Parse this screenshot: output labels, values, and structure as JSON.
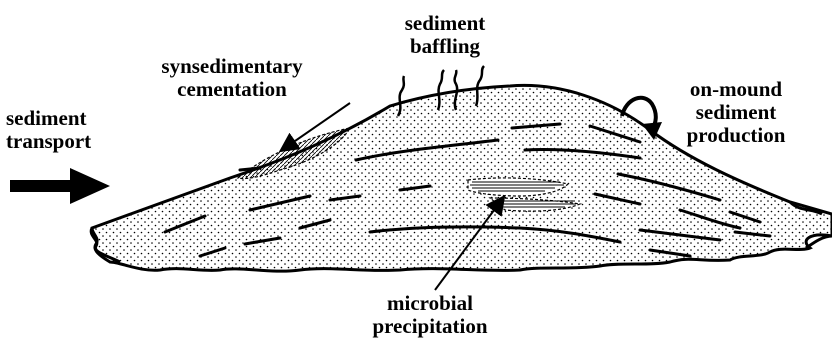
{
  "labels": {
    "sediment_transport": [
      "sediment",
      "transport"
    ],
    "synsedimentary_cementation": [
      "synsedimentary",
      "cementation"
    ],
    "sediment_baffling": [
      "sediment",
      "baffling"
    ],
    "on_mound_sediment_production": [
      "on-mound",
      "sediment",
      "production"
    ],
    "microbial_precipitation": [
      "microbial",
      "precipitation"
    ]
  },
  "colors": {
    "ink": "#000000",
    "stipple": "#000000",
    "background": "#ffffff"
  },
  "icons": [
    "transport-arrow-icon",
    "curved-arrow-icon",
    "pointer-arrow-icon"
  ]
}
